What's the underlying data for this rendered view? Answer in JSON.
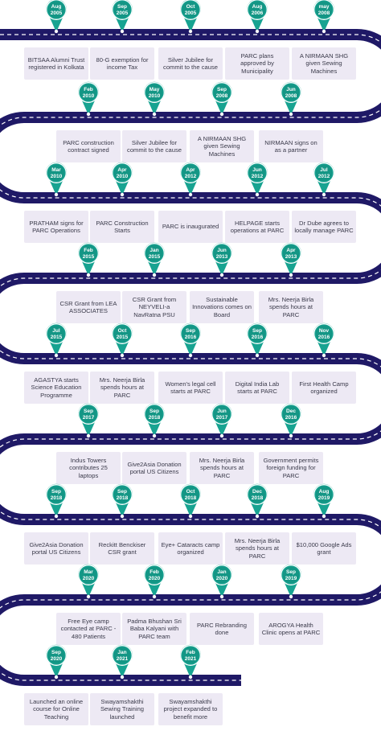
{
  "colors": {
    "road": "#1f1966",
    "road_dash": "#ffffff",
    "pin": "#17a391",
    "pin_ring": "#0f7f70",
    "card": "#ede9f4",
    "text": "#3a3a4a"
  },
  "rows": [
    {
      "events": [
        {
          "month": "Aug",
          "year": "2005",
          "text": "BITSAA Alumni Trust registered in Kolkata"
        },
        {
          "month": "Sep",
          "year": "2005",
          "text": "80-G exemption for income Tax"
        },
        {
          "month": "Oct",
          "year": "2005",
          "text": "Silver Jubilee for commit to the cause"
        },
        {
          "month": "Aug",
          "year": "2006",
          "text": "PARC plans approved by Municipality"
        },
        {
          "month": "may",
          "year": "2008",
          "text": "A NIRMAAN SHG given Sewing Machines"
        }
      ]
    },
    {
      "events": [
        {
          "month": "Feb",
          "year": "2010",
          "text": "PARC construction contract signed"
        },
        {
          "month": "May",
          "year": "2010",
          "text": "Silver Jubilee for commit to the cause"
        },
        {
          "month": "Sep",
          "year": "2008",
          "text": "A NIRMAAN SHG given Sewing Machines"
        },
        {
          "month": "Jun",
          "year": "2008",
          "text": "NIRMAAN signs on as a partner"
        }
      ]
    },
    {
      "events": [
        {
          "month": "Mar",
          "year": "2010",
          "text": "PRATHAM signs for PARC Operations"
        },
        {
          "month": "Apr",
          "year": "2010",
          "text": "PARC Construction Starts"
        },
        {
          "month": "Apr",
          "year": "2012",
          "text": "PARC is inaugurated"
        },
        {
          "month": "Jun",
          "year": "2012",
          "text": "HELPAGE starts operations at PARC"
        },
        {
          "month": "Jul",
          "year": "2012",
          "text": "Dr Dube agrees to locally manage PARC"
        }
      ]
    },
    {
      "events": [
        {
          "month": "Feb",
          "year": "2015",
          "text": "CSR Grant from LEA ASSOCIATES"
        },
        {
          "month": "Jan",
          "year": "2015",
          "text": "CSR Grant from NEYVELI-a NavRatna PSU"
        },
        {
          "month": "Jun",
          "year": "2013",
          "text": "Sustainable Innovations comes on Board"
        },
        {
          "month": "Apr",
          "year": "2013",
          "text": "Mrs. Neerja Birla spends hours at PARC"
        }
      ]
    },
    {
      "events": [
        {
          "month": "Jul",
          "year": "2015",
          "text": "AGASTYA starts Science Education Programme"
        },
        {
          "month": "Oct",
          "year": "2015",
          "text": "Mrs. Neerja Birla spends hours at PARC"
        },
        {
          "month": "Sep",
          "year": "2016",
          "text": "Women's legal cell starts at PARC"
        },
        {
          "month": "Sep",
          "year": "2016",
          "text": "Digital India Lab starts at PARC"
        },
        {
          "month": "Nov",
          "year": "2016",
          "text": "First Health Camp organized"
        }
      ]
    },
    {
      "events": [
        {
          "month": "Sep",
          "year": "2017",
          "text": "Indus Towers contributes 25 laptops"
        },
        {
          "month": "Sep",
          "year": "2018",
          "text": "Give2Asia Donation portal US Citizens"
        },
        {
          "month": "Jun",
          "year": "2017",
          "text": "Mrs. Neerja Birla spends hours at PARC"
        },
        {
          "month": "Dec",
          "year": "2016",
          "text": "Government permits foreign funding for PARC"
        }
      ]
    },
    {
      "events": [
        {
          "month": "Sep",
          "year": "2018",
          "text": "Give2Asia Donation portal US Citizens"
        },
        {
          "month": "Sep",
          "year": "2018",
          "text": "Reckitt Benckiser CSR grant"
        },
        {
          "month": "Oct",
          "year": "2018",
          "text": "Eye+ Cataracts camp organized"
        },
        {
          "month": "Dec",
          "year": "2018",
          "text": "Mrs. Neerja Birla spends hours at PARC"
        },
        {
          "month": "Aug",
          "year": "2019",
          "text": "$10,000 Google Ads grant"
        }
      ]
    },
    {
      "events": [
        {
          "month": "Mar",
          "year": "2020",
          "text": "Free Eye camp contacted at PARC - 480 Patients"
        },
        {
          "month": "Feb",
          "year": "2020",
          "text": "Padma Bhushan Sri Baba Kalyani with PARC team"
        },
        {
          "month": "Jan",
          "year": "2020",
          "text": "PARC Rebranding done"
        },
        {
          "month": "Sep",
          "year": "2019",
          "text": "AROGYA Health Clinic opens at PARC"
        }
      ]
    },
    {
      "events": [
        {
          "month": "Sep",
          "year": "2020",
          "text": "Launched an online course for Online Teaching"
        },
        {
          "month": "Jan",
          "year": "2021",
          "text": "Swayamshakthi Sewing Training launched"
        },
        {
          "month": "Feb",
          "year": "2021",
          "text": "Swayamshakthi project expanded to benefit more"
        }
      ]
    }
  ]
}
